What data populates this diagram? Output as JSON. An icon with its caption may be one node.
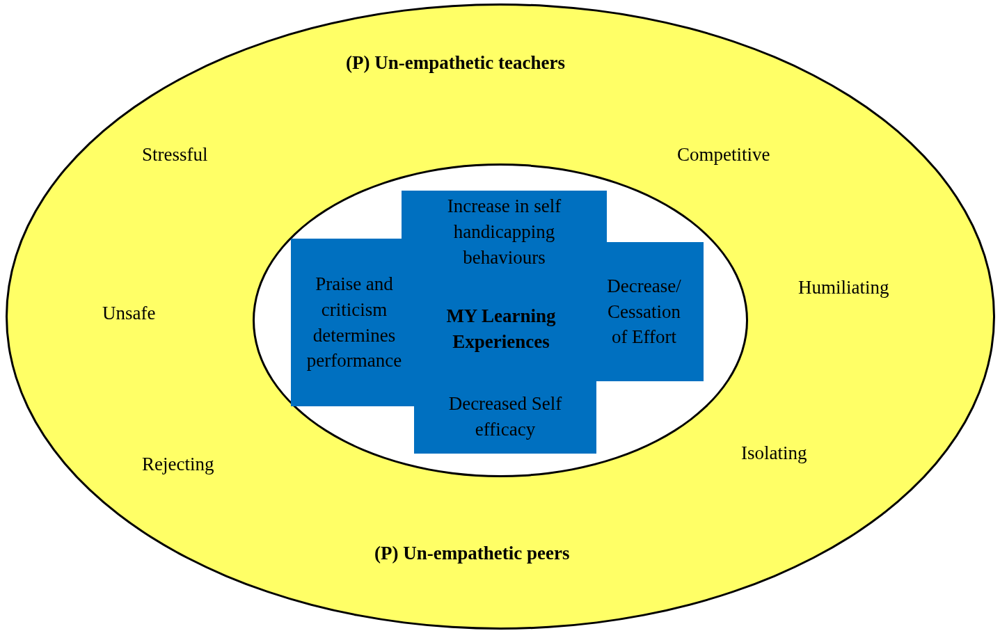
{
  "diagram": {
    "nodes": [
      {
        "text": [
          "(P) Un-empathetic teachers",
          "Stressful",
          "Competitive",
          "Unsafe",
          "Humiliating",
          "Rejecting",
          "Isolating",
          "(P) Un-empathetic peers"
        ]
      },
      {
        "text": [],
        "shape": "ellipse",
        "in": 0
      },
      {
        "text": [
          "Increase in self handicapping behaviours"
        ],
        "in": 1
      },
      {
        "text": [
          "Praise and criticism determines performance"
        ],
        "in": 1
      },
      {
        "text": [
          "MY Learning Experiences"
        ],
        "in": 1
      },
      {
        "text": [
          "Decrease/ Cessation of Effort"
        ],
        "in": 1
      },
      {
        "text": [
          "Decreased Self efficacy"
        ],
        "in": 1
      }
    ]
  }
}
